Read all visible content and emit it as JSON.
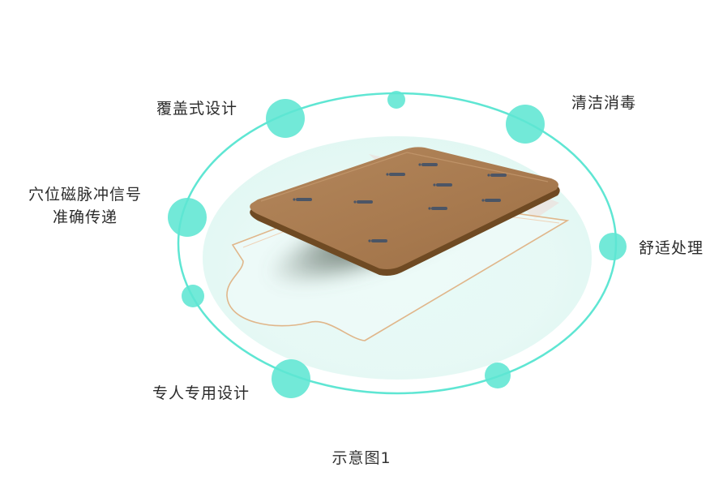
{
  "labels": {
    "cover_design": "覆盖式设计",
    "clean_disinfect": "清洁消毒",
    "signal_line1": "穴位磁脉冲信号",
    "signal_line2": "准确传递",
    "comfort": "舒适处理",
    "dedicated": "专人专用设计"
  },
  "caption": "示意图1",
  "colors": {
    "accent": "#5fe6d3",
    "ring": "#5fe6d3",
    "pad": "#a5764a",
    "pad_edge": "#6f4a23",
    "sheet_edge": "#e0b68a"
  }
}
